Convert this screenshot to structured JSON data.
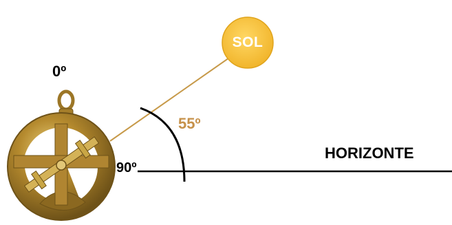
{
  "labels": {
    "zenith": "0º",
    "horizon_angle": "90º",
    "altitude": "55º",
    "sun": "SOL",
    "horizon": "HORIZONTE"
  },
  "colors": {
    "sun_fill": "#f6c43a",
    "sun_stroke": "#e0a41c",
    "sun_ray": "#c79a4a",
    "altitude_text": "#c6914a",
    "line": "#000000",
    "brass": "#b48a2c",
    "brass_dark": "#6e5218"
  },
  "altitude_degrees": 55
}
